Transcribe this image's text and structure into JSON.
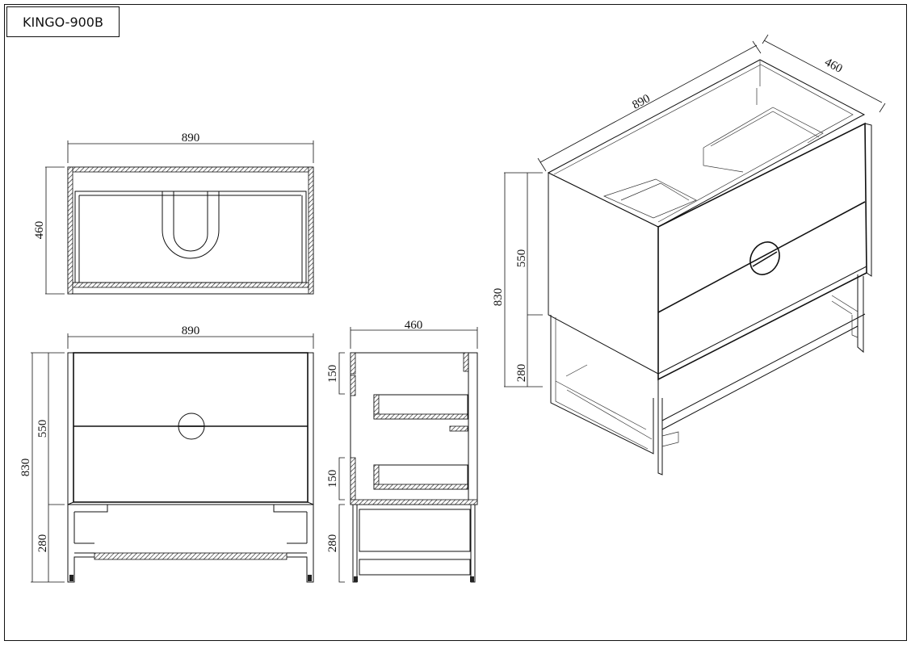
{
  "title": "KINGO-900B",
  "top_view": {
    "width_label": "890",
    "depth_label": "460"
  },
  "front_view": {
    "width_label": "890",
    "total_height_label": "830",
    "cabinet_height_label": "550",
    "leg_height_label": "280"
  },
  "side_view": {
    "depth_label": "460",
    "upper_drawer_label": "150",
    "lower_drawer_label": "150",
    "leg_height_label": "280"
  },
  "iso_view": {
    "width_label": "890",
    "depth_label": "460",
    "total_height_label": "830",
    "cabinet_height_label": "550",
    "leg_height_label": "280"
  }
}
